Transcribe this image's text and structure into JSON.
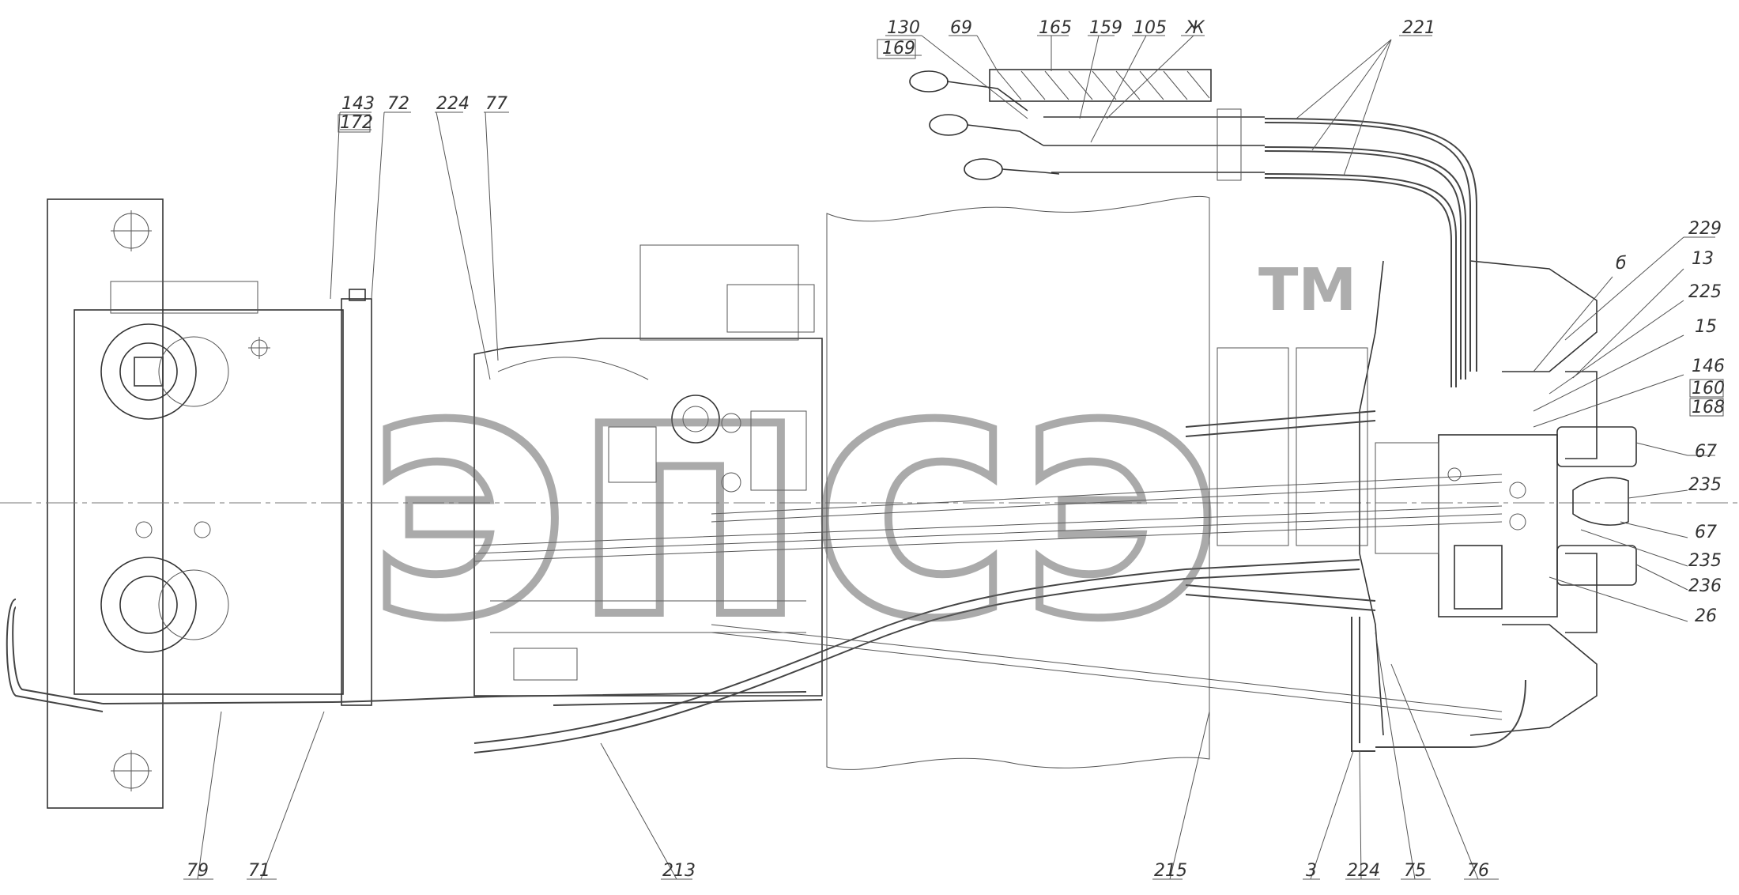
{
  "watermark": {
    "text": "эпсэ",
    "tm": "TM",
    "color": "#6b6b6b"
  },
  "labels": {
    "l130": "130",
    "l169": "169",
    "l69": "69",
    "l165": "165",
    "l159": "159",
    "l105": "105",
    "lzh": "Ж",
    "l221": "221",
    "l143": "143",
    "l172": "172",
    "l72": "72",
    "l224a": "224",
    "l77": "77",
    "l229": "229",
    "lb": "б",
    "l13": "13",
    "l225": "225",
    "l15": "15",
    "l146": "146",
    "l160": "160",
    "l168": "168",
    "l67a": "67",
    "l235a": "235",
    "l67b": "67",
    "l235b": "235",
    "l236": "236",
    "l26": "26",
    "l79": "79",
    "l71": "71",
    "l213": "213",
    "l215": "215",
    "l3": "3",
    "l224b": "224",
    "l75": "75",
    "l76": "76"
  }
}
